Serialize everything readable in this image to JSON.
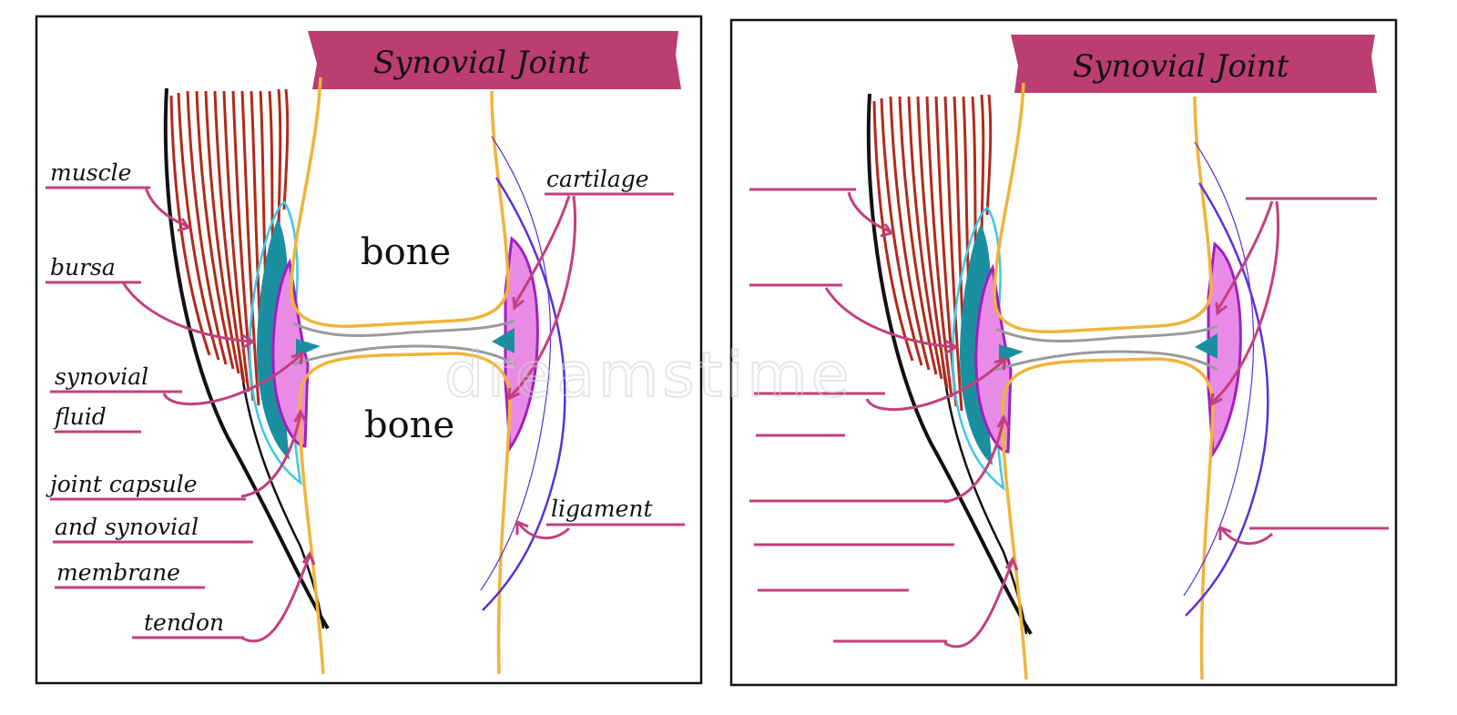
{
  "title": "Synovial Joint",
  "bone_top": "bone",
  "bone_bottom": "bone",
  "labels": {
    "muscle": "muscle",
    "bursa": "bursa",
    "synovial_1": "synovial",
    "synovial_2": "fluid",
    "capsule_1": "joint capsule",
    "capsule_2": "and synovial",
    "capsule_3": "membrane",
    "tendon": "tendon",
    "cartilage": "cartilage",
    "ligament": "ligament"
  },
  "watermark": "dreamstime",
  "colors": {
    "title_band": "#b8336a",
    "label_line": "#c2407e",
    "muscle": "#b22a1a",
    "bone_outline": "#f0b43a",
    "bursa": "#1a8fa0",
    "bursa_outline": "#3cc8e8",
    "capsule_fill": "#e98be6",
    "capsule_edge": "#a020c0",
    "ligament": "#5a2fd8",
    "cartilage": "#9a9a9a",
    "tendon": "#111111"
  }
}
